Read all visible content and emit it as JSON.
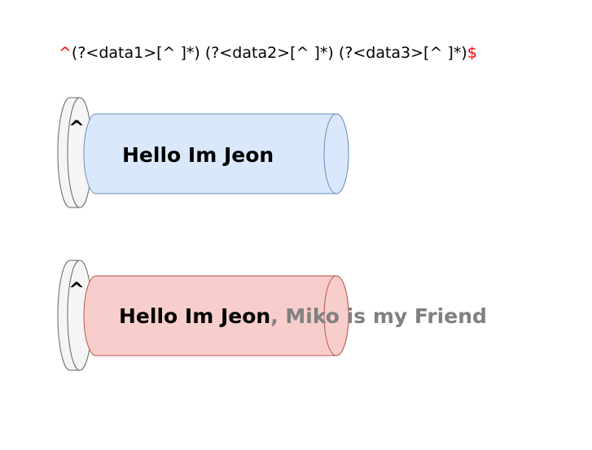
{
  "regex": {
    "anchor_start": "^",
    "body": "(?<data1>[^ ]*) (?<data2>[^ ]*) (?<data3>[^ ]*)",
    "anchor_end": "$"
  },
  "cylinders": [
    {
      "anchor_symbol": "^",
      "text_matched": "Hello Im Jeon",
      "text_rest": "",
      "fill": "#dae8fc",
      "stroke": "#6c8ebf"
    },
    {
      "anchor_symbol": "^",
      "text_matched": "Hello Im Jeon",
      "text_rest": ", Miko is my Friend",
      "fill": "#f8cecc",
      "stroke": "#b85450"
    }
  ],
  "colors": {
    "anchor": "#ff0000",
    "rest_text": "#808080",
    "disk_fill": "#f5f5f5",
    "disk_stroke": "#666666"
  }
}
